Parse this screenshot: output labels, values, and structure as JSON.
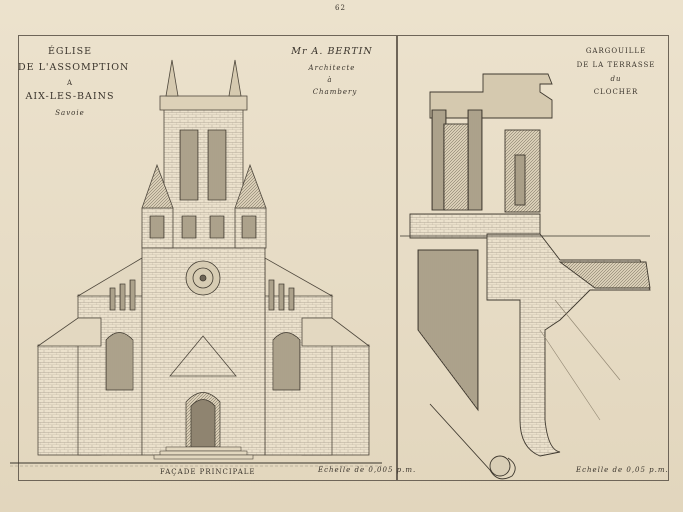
{
  "plate_number": "62",
  "left_title": {
    "line1": "ÉGLISE",
    "line2": "DE L'ASSOMPTION",
    "line3": "A",
    "line4": "AIX-LES-BAINS",
    "line5": "Savoie"
  },
  "architect": {
    "name": "Mr A. BERTIN",
    "role": "Architecte",
    "conj": "à",
    "city": "Chambery"
  },
  "right_title": {
    "line1": "GARGOUILLE",
    "line2": "DE LA TERRASSE",
    "line3": "du",
    "line4": "CLOCHER"
  },
  "captions": {
    "facade": "FAÇADE PRINCIPALE",
    "scale_left": "Echelle de 0,005 p.m.",
    "scale_right": "Echelle de 0,05 p.m."
  },
  "colors": {
    "paper": "#e7dcc6",
    "ink": "#3a342c",
    "line": "#5d5549"
  }
}
